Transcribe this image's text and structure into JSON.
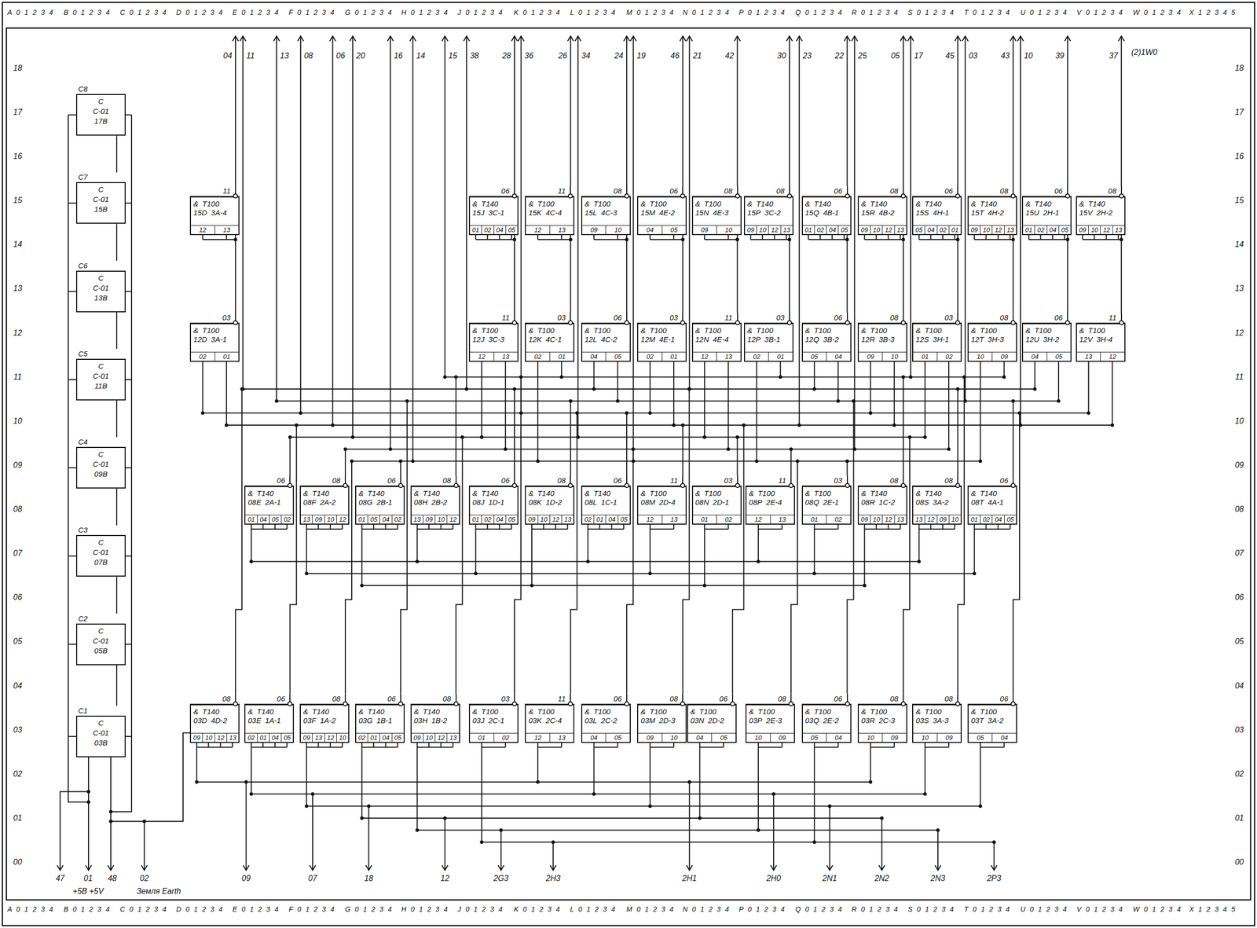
{
  "diagram": {
    "nodes": [
      {
        "text": [
          "C8",
          "C",
          "C-01",
          "17B"
        ]
      },
      {
        "text": [
          "C7",
          "C",
          "C-01",
          "15B"
        ]
      },
      {
        "text": [
          "C6",
          "C",
          "C-01",
          "13B"
        ]
      },
      {
        "text": [
          "C5",
          "C",
          "C-01",
          "11B"
        ]
      },
      {
        "text": [
          "C4",
          "C",
          "C-01",
          "09B"
        ]
      },
      {
        "text": [
          "C3",
          "C",
          "C-01",
          "07B"
        ]
      },
      {
        "text": [
          "C2",
          "C",
          "C-01",
          "05B"
        ]
      },
      {
        "text": [
          "C1",
          "C",
          "C-01",
          "03B"
        ]
      },
      {
        "text": [
          "&",
          "T100",
          "15D",
          "3A-4",
          "11",
          "12",
          "13"
        ]
      },
      {
        "text": [
          "&",
          "T140",
          "15J",
          "3C-1",
          "06",
          "01",
          "02",
          "04",
          "05"
        ]
      },
      {
        "text": [
          "&",
          "T100",
          "15K",
          "4C-4",
          "11",
          "12",
          "13"
        ]
      },
      {
        "text": [
          "&",
          "T100",
          "15L",
          "4C-3",
          "08",
          "09",
          "10"
        ]
      },
      {
        "text": [
          "&",
          "T100",
          "15M",
          "4E-2",
          "06",
          "04",
          "05"
        ]
      },
      {
        "text": [
          "&",
          "T100",
          "15N",
          "4E-3",
          "08",
          "09",
          "10"
        ]
      },
      {
        "text": [
          "&",
          "T140",
          "15P",
          "3C-2",
          "08",
          "09",
          "10",
          "12",
          "13"
        ]
      },
      {
        "text": [
          "&",
          "T140",
          "15Q",
          "4B-1",
          "06",
          "01",
          "02",
          "04",
          "05"
        ]
      },
      {
        "text": [
          "&",
          "T140",
          "15R",
          "4B-2",
          "08",
          "09",
          "10",
          "12",
          "13"
        ]
      },
      {
        "text": [
          "&",
          "T140",
          "15S",
          "4H-1",
          "06",
          "05",
          "04",
          "02",
          "01"
        ]
      },
      {
        "text": [
          "&",
          "T140",
          "15T",
          "4H-2",
          "08",
          "09",
          "10",
          "12",
          "13"
        ]
      },
      {
        "text": [
          "&",
          "T140",
          "15U",
          "2H-1",
          "06",
          "01",
          "02",
          "04",
          "05"
        ]
      },
      {
        "text": [
          "&",
          "T140",
          "15V",
          "2H-2",
          "08",
          "09",
          "10",
          "12",
          "13"
        ]
      },
      {
        "text": [
          "&",
          "T100",
          "12D",
          "3A-1",
          "03",
          "02",
          "01"
        ]
      },
      {
        "text": [
          "&",
          "T100",
          "12J",
          "3C-3",
          "11",
          "12",
          "13"
        ]
      },
      {
        "text": [
          "&",
          "T100",
          "12K",
          "4C-1",
          "03",
          "02",
          "01"
        ]
      },
      {
        "text": [
          "&",
          "T100",
          "12L",
          "4C-2",
          "06",
          "04",
          "05"
        ]
      },
      {
        "text": [
          "&",
          "T100",
          "12M",
          "4E-1",
          "03",
          "02",
          "01"
        ]
      },
      {
        "text": [
          "&",
          "T100",
          "12N",
          "4E-4",
          "11",
          "12",
          "13"
        ]
      },
      {
        "text": [
          "&",
          "T100",
          "12P",
          "3B-1",
          "03",
          "02",
          "01"
        ]
      },
      {
        "text": [
          "&",
          "T100",
          "12Q",
          "3B-2",
          "06",
          "05",
          "04"
        ]
      },
      {
        "text": [
          "&",
          "T100",
          "12R",
          "3B-3",
          "08",
          "09",
          "10"
        ]
      },
      {
        "text": [
          "&",
          "T100",
          "12S",
          "3H-1",
          "03",
          "01",
          "02"
        ]
      },
      {
        "text": [
          "&",
          "T100",
          "12T",
          "3H-3",
          "08",
          "10",
          "09"
        ]
      },
      {
        "text": [
          "&",
          "T100",
          "12U",
          "3H-2",
          "06",
          "04",
          "05"
        ]
      },
      {
        "text": [
          "&",
          "T100",
          "12V",
          "3H-4",
          "11",
          "13",
          "12"
        ]
      },
      {
        "text": [
          "&",
          "T140",
          "08E",
          "2A-1",
          "06",
          "01",
          "04",
          "05",
          "02"
        ]
      },
      {
        "text": [
          "&",
          "T140",
          "08F",
          "2A-2",
          "08",
          "13",
          "09",
          "10",
          "12"
        ]
      },
      {
        "text": [
          "&",
          "T140",
          "08G",
          "2B-1",
          "06",
          "01",
          "05",
          "04",
          "02"
        ]
      },
      {
        "text": [
          "&",
          "T140",
          "08H",
          "2B-2",
          "08",
          "13",
          "09",
          "10",
          "12"
        ]
      },
      {
        "text": [
          "&",
          "T140",
          "08J",
          "1D-1",
          "06",
          "01",
          "02",
          "04",
          "05"
        ]
      },
      {
        "text": [
          "&",
          "T140",
          "08K",
          "1D-2",
          "08",
          "09",
          "10",
          "12",
          "13"
        ]
      },
      {
        "text": [
          "&",
          "T140",
          "08L",
          "1C-1",
          "06",
          "02",
          "01",
          "04",
          "05"
        ]
      },
      {
        "text": [
          "&",
          "T100",
          "08M",
          "2D-4",
          "11",
          "12",
          "13"
        ]
      },
      {
        "text": [
          "&",
          "T100",
          "08N",
          "2D-1",
          "03",
          "01",
          "02"
        ]
      },
      {
        "text": [
          "&",
          "T100",
          "08P",
          "2E-4",
          "11",
          "12",
          "13"
        ]
      },
      {
        "text": [
          "&",
          "T100",
          "08Q",
          "2E-1",
          "03",
          "01",
          "02"
        ]
      },
      {
        "text": [
          "&",
          "T140",
          "08R",
          "1C-2",
          "08",
          "09",
          "10",
          "12",
          "13"
        ]
      },
      {
        "text": [
          "&",
          "T140",
          "08S",
          "3A-2",
          "08",
          "13",
          "12",
          "09",
          "10"
        ]
      },
      {
        "text": [
          "&",
          "T140",
          "08T",
          "4A-1",
          "06",
          "01",
          "02",
          "04",
          "05"
        ]
      },
      {
        "text": [
          "&",
          "T140",
          "03D",
          "4D-2",
          "08",
          "09",
          "10",
          "12",
          "13"
        ]
      },
      {
        "text": [
          "&",
          "T140",
          "03E",
          "1A-1",
          "06",
          "02",
          "01",
          "04",
          "05"
        ]
      },
      {
        "text": [
          "&",
          "T140",
          "03F",
          "1A-2",
          "08",
          "09",
          "13",
          "12",
          "10"
        ]
      },
      {
        "text": [
          "&",
          "T140",
          "03G",
          "1B-1",
          "06",
          "02",
          "01",
          "04",
          "05"
        ]
      },
      {
        "text": [
          "&",
          "T140",
          "03H",
          "1B-2",
          "08",
          "09",
          "10",
          "12",
          "13"
        ]
      },
      {
        "text": [
          "&",
          "T100",
          "03J",
          "2C-1",
          "03",
          "01",
          "02"
        ]
      },
      {
        "text": [
          "&",
          "T100",
          "03K",
          "2C-4",
          "11",
          "12",
          "13"
        ]
      },
      {
        "text": [
          "&",
          "T100",
          "03L",
          "2C-2",
          "06",
          "04",
          "05"
        ]
      },
      {
        "text": [
          "&",
          "T100",
          "03M",
          "2D-3",
          "08",
          "09",
          "10"
        ]
      },
      {
        "text": [
          "&",
          "T100",
          "03N",
          "2D-2",
          "06",
          "04",
          "05"
        ]
      },
      {
        "text": [
          "&",
          "T100",
          "03P",
          "2E-3",
          "08",
          "10",
          "09"
        ]
      },
      {
        "text": [
          "&",
          "T100",
          "03Q",
          "2E-2",
          "06",
          "05",
          "04"
        ]
      },
      {
        "text": [
          "&",
          "T100",
          "03R",
          "2C-3",
          "08",
          "10",
          "09"
        ]
      },
      {
        "text": [
          "&",
          "T100",
          "03S",
          "3A-3",
          "08",
          "10",
          "09"
        ]
      },
      {
        "text": [
          "&",
          "T100",
          "03T",
          "3A-2",
          "06",
          "05",
          "04"
        ]
      }
    ],
    "edges": [
      {
        "from": 7,
        "to": 6,
        "arrow": "none"
      },
      {
        "from": 6,
        "to": 5,
        "arrow": "none"
      },
      {
        "from": 5,
        "to": 4,
        "arrow": "none"
      },
      {
        "from": 4,
        "to": 3,
        "arrow": "none"
      },
      {
        "from": 3,
        "to": 2,
        "arrow": "none"
      },
      {
        "from": 2,
        "to": 1,
        "arrow": "none"
      },
      {
        "from": 1,
        "to": 0,
        "arrow": "none"
      },
      {
        "from": 21,
        "to": 8,
        "arrow": "none"
      },
      {
        "from": 22,
        "to": 9,
        "arrow": "none"
      },
      {
        "from": 23,
        "to": 10,
        "arrow": "none"
      },
      {
        "from": 24,
        "to": 11,
        "arrow": "none"
      },
      {
        "from": 25,
        "to": 12,
        "arrow": "none"
      },
      {
        "from": 26,
        "to": 13,
        "arrow": "none"
      },
      {
        "from": 27,
        "to": 14,
        "arrow": "none"
      },
      {
        "from": 28,
        "to": 15,
        "arrow": "none"
      },
      {
        "from": 29,
        "to": 16,
        "arrow": "none"
      },
      {
        "from": 30,
        "to": 17,
        "arrow": "none"
      },
      {
        "from": 31,
        "to": 18,
        "arrow": "none"
      },
      {
        "from": 32,
        "to": 19,
        "arrow": "none"
      },
      {
        "from": 33,
        "to": 20,
        "arrow": "none"
      }
    ],
    "labels": [
      "04",
      "11",
      "13",
      "08",
      "06",
      "20",
      "16",
      "14",
      "15",
      "38",
      "28",
      "36",
      "26",
      "34",
      "24",
      "19",
      "46",
      "21",
      "42",
      "30",
      "23",
      "22",
      "25",
      "05",
      "17",
      "45",
      "03",
      "43",
      "10",
      "39",
      "37",
      "(2)1W0",
      "47",
      "01",
      "+5В +5V",
      "48",
      "02",
      "Земля Earth",
      "09",
      "07",
      "18",
      "12",
      "2G3",
      "2H3",
      "2H1",
      "2H0",
      "2N1",
      "2N2",
      "2N3",
      "2P3",
      "A 0 1 2 3 4",
      "B 0 1 2 3 4",
      "C 0 1 2 3 4",
      "D 0 1 2 3 4",
      "E 0 1 2 3 4",
      "F 0 1 2 3 4",
      "G 0 1 2 3 4",
      "H 0 1 2 3 4",
      "J 0 1 2 3 4",
      "K 0 1 2 3 4",
      "L 0 1 2 3 4",
      "M 0 1 2 3 4",
      "N 0 1 2 3 4",
      "P 0 1 2 3 4",
      "Q 0 1 2 3 4",
      "R 0 1 2 3 4",
      "S 0 1 2 3 4",
      "T 0 1 2 3 4",
      "U 0 1 2 3 4",
      "V 0 1 2 3 4",
      "W 0 1 2 3 4",
      "X 1 2 3 4 5",
      "A 0 1 2 3 4",
      "B 0 1 2 3 4",
      "C 0 1 2 3 4",
      "D 0 1 2 3 4",
      "E 0 1 2 3 4",
      "F 0 1 2 3 4",
      "G 0 1 2 3 4",
      "H 0 1 2 3 4",
      "J 0 1 2 3 4",
      "K 0 1 2 3 4",
      "L 0 1 2 3 4",
      "M 0 1 2 3 4",
      "N 0 1 2 3 4",
      "P 0 1 2 3 4",
      "Q 0 1 2 3 4",
      "R 0 1 2 3 4",
      "S 0 1 2 3 4",
      "T 0 1 2 3 4",
      "U 0 1 2 3 4",
      "V 0 1 2 3 4",
      "W 0 1 2 3 4",
      "X 1 2 3 4 5",
      "18",
      "17",
      "16",
      "15",
      "14",
      "13",
      "12",
      "11",
      "10",
      "09",
      "08",
      "07",
      "06",
      "05",
      "04",
      "03",
      "02",
      "01",
      "00",
      "18",
      "17",
      "16",
      "15",
      "14",
      "13",
      "12",
      "11",
      "10",
      "09",
      "08",
      "07",
      "06",
      "05",
      "04",
      "03",
      "02",
      "01",
      "00"
    ]
  }
}
